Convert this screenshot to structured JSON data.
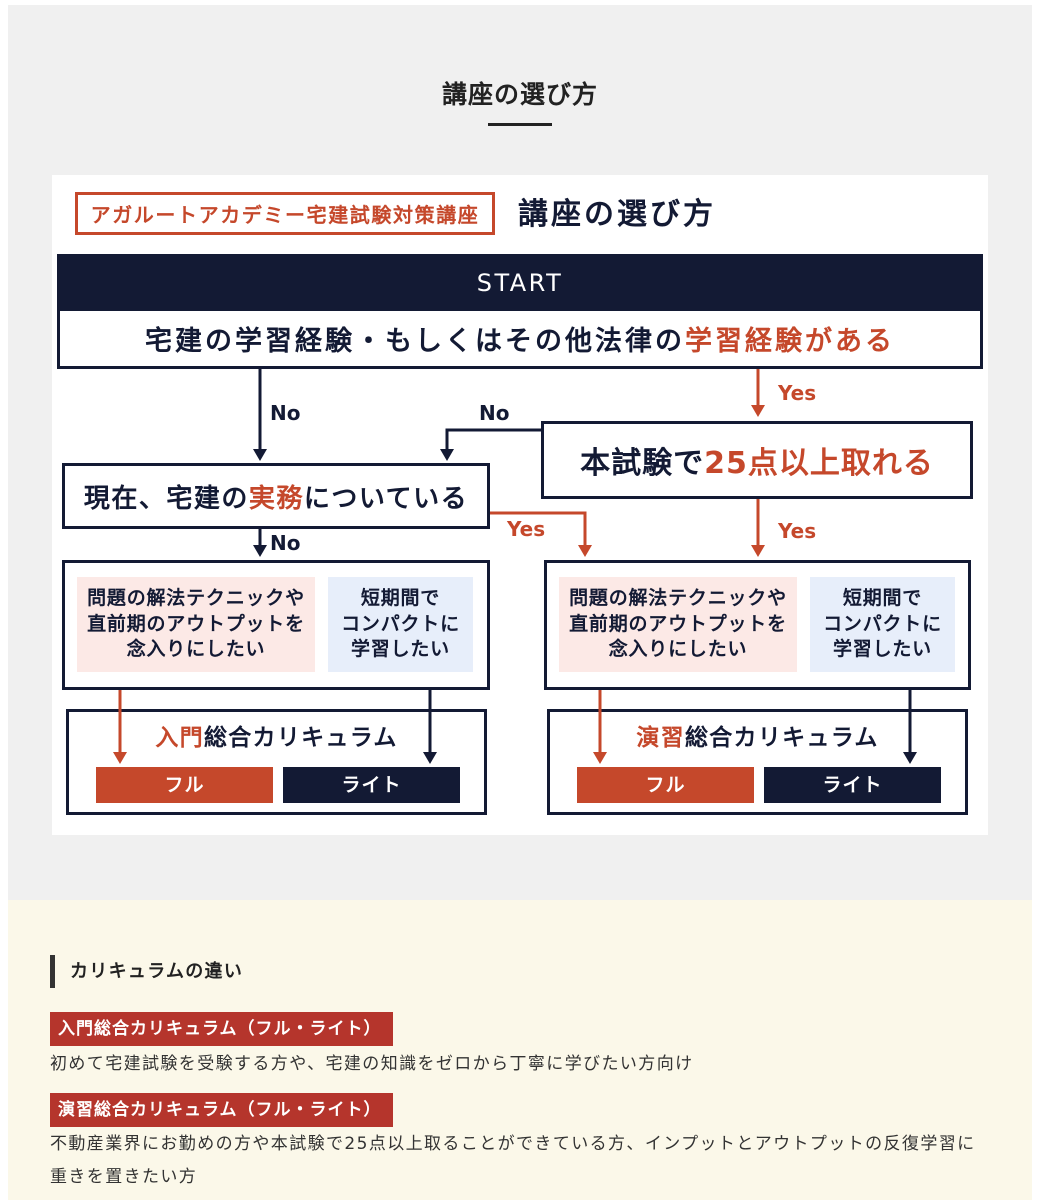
{
  "colors": {
    "navy": "#131a34",
    "accent": "#c5482b",
    "label_red": "#b5352c",
    "pink_box": "#fce9e6",
    "blue_box": "#e7eefa",
    "gray_section": "#f0f0f0",
    "cream_section": "#fbf8e9"
  },
  "page": {
    "title": "講座の選び方"
  },
  "flowchart": {
    "brand": "アガルートアカデミー宅建試験対策講座",
    "heading": "講座の選び方",
    "start": "START",
    "q1": {
      "text": "宅建の学習経験・もしくはその他法律の",
      "accent": "学習経験がある",
      "yes": "Yes",
      "no": "No"
    },
    "q2": {
      "text": "本試験で",
      "accent": "25点以上取れる",
      "yes": "Yes",
      "no": "No"
    },
    "q3": {
      "before": "現在、宅建の",
      "accent": "実務",
      "after": "についている",
      "yes": "Yes",
      "no": "No"
    },
    "outcomes": [
      {
        "thorough": [
          "問題の解法テクニックや",
          "直前期のアウトプットを",
          "念入りにしたい"
        ],
        "compact": [
          "短期間で",
          "コンパクトに",
          "学習したい"
        ],
        "course_accent": "入門",
        "course_rest": "総合カリキュラム",
        "full": "フル",
        "lite": "ライト"
      },
      {
        "thorough": [
          "問題の解法テクニックや",
          "直前期のアウトプットを",
          "念入りにしたい"
        ],
        "compact": [
          "短期間で",
          "コンパクトに",
          "学習したい"
        ],
        "course_accent": "演習",
        "course_rest": "総合カリキュラム",
        "full": "フル",
        "lite": "ライト"
      }
    ]
  },
  "differences": {
    "heading": "カリキュラムの違い",
    "items": [
      {
        "label": "入門総合カリキュラム（フル・ライト）",
        "description": "初めて宅建試験を受験する方や、宅建の知識をゼロから丁寧に学びたい方向け"
      },
      {
        "label": "演習総合カリキュラム（フル・ライト）",
        "description": "不動産業界にお勤めの方や本試験で25点以上取ることができている方、インプットとアウトプットの反復学習に重きを置きたい方"
      }
    ]
  }
}
